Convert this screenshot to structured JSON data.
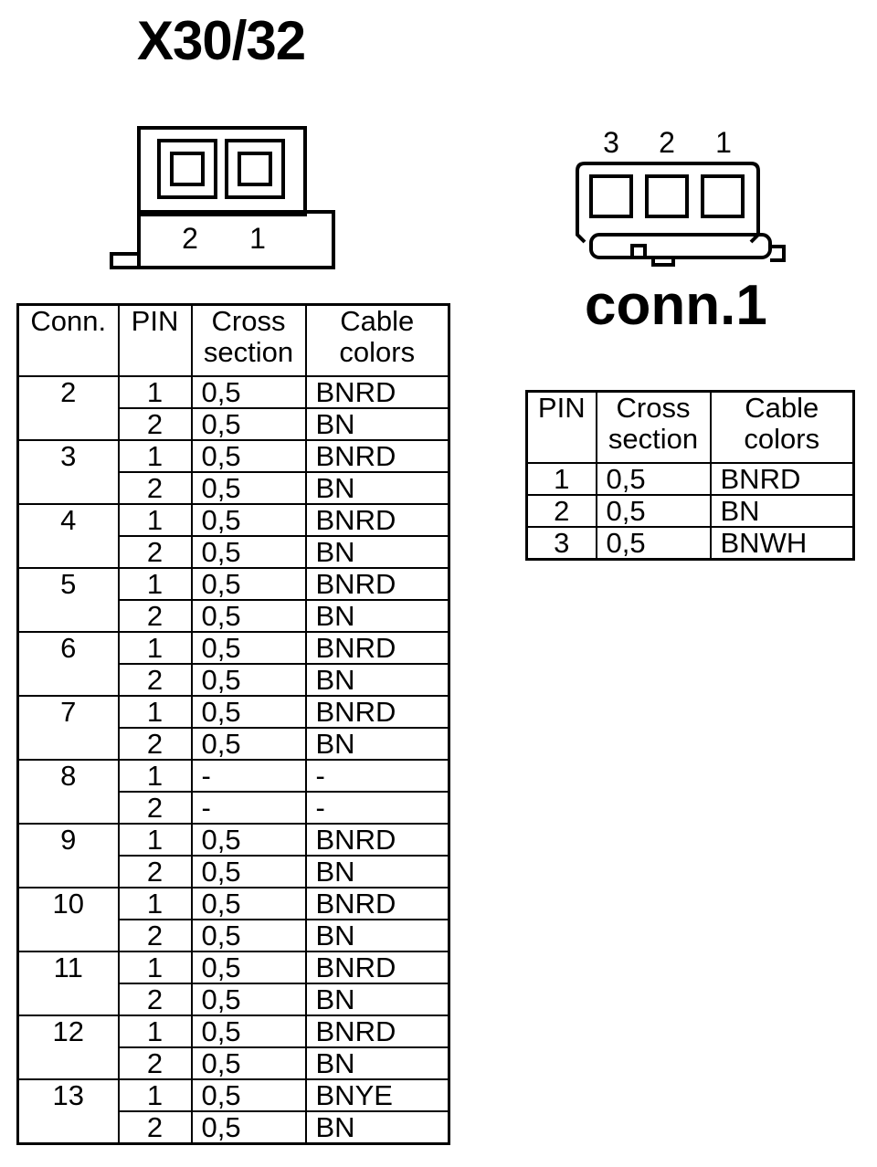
{
  "title": "X30/32",
  "connector_left": {
    "pin_labels": [
      "2",
      "1"
    ]
  },
  "connector_right": {
    "pin_labels": [
      "3",
      "2",
      "1"
    ],
    "label": "conn.1"
  },
  "main_table": {
    "headers": {
      "conn": "Conn.",
      "pin": "PIN",
      "cross_line1": "Cross",
      "cross_line2": "section",
      "color_line1": "Cable",
      "color_line2": "colors"
    },
    "rows": [
      {
        "conn": "2",
        "pins": [
          {
            "pin": "1",
            "cross": "0,5",
            "color": "BNRD"
          },
          {
            "pin": "2",
            "cross": "0,5",
            "color": "BN"
          }
        ]
      },
      {
        "conn": "3",
        "pins": [
          {
            "pin": "1",
            "cross": "0,5",
            "color": "BNRD"
          },
          {
            "pin": "2",
            "cross": "0,5",
            "color": "BN"
          }
        ]
      },
      {
        "conn": "4",
        "pins": [
          {
            "pin": "1",
            "cross": "0,5",
            "color": "BNRD"
          },
          {
            "pin": "2",
            "cross": "0,5",
            "color": "BN"
          }
        ]
      },
      {
        "conn": "5",
        "pins": [
          {
            "pin": "1",
            "cross": "0,5",
            "color": "BNRD"
          },
          {
            "pin": "2",
            "cross": "0,5",
            "color": "BN"
          }
        ]
      },
      {
        "conn": "6",
        "pins": [
          {
            "pin": "1",
            "cross": "0,5",
            "color": "BNRD"
          },
          {
            "pin": "2",
            "cross": "0,5",
            "color": "BN"
          }
        ]
      },
      {
        "conn": "7",
        "pins": [
          {
            "pin": "1",
            "cross": "0,5",
            "color": "BNRD"
          },
          {
            "pin": "2",
            "cross": "0,5",
            "color": "BN"
          }
        ]
      },
      {
        "conn": "8",
        "pins": [
          {
            "pin": "1",
            "cross": "-",
            "color": "-"
          },
          {
            "pin": "2",
            "cross": "-",
            "color": "-"
          }
        ]
      },
      {
        "conn": "9",
        "pins": [
          {
            "pin": "1",
            "cross": "0,5",
            "color": "BNRD"
          },
          {
            "pin": "2",
            "cross": "0,5",
            "color": "BN"
          }
        ]
      },
      {
        "conn": "10",
        "pins": [
          {
            "pin": "1",
            "cross": "0,5",
            "color": "BNRD"
          },
          {
            "pin": "2",
            "cross": "0,5",
            "color": "BN"
          }
        ]
      },
      {
        "conn": "11",
        "pins": [
          {
            "pin": "1",
            "cross": "0,5",
            "color": "BNRD"
          },
          {
            "pin": "2",
            "cross": "0,5",
            "color": "BN"
          }
        ]
      },
      {
        "conn": "12",
        "pins": [
          {
            "pin": "1",
            "cross": "0,5",
            "color": "BNRD"
          },
          {
            "pin": "2",
            "cross": "0,5",
            "color": "BN"
          }
        ]
      },
      {
        "conn": "13",
        "pins": [
          {
            "pin": "1",
            "cross": "0,5",
            "color": "BNYE"
          },
          {
            "pin": "2",
            "cross": "0,5",
            "color": "BN"
          }
        ]
      }
    ]
  },
  "conn1_table": {
    "headers": {
      "pin": "PIN",
      "cross_line1": "Cross",
      "cross_line2": "section",
      "color_line1": "Cable",
      "color_line2": "colors"
    },
    "rows": [
      {
        "pin": "1",
        "cross": "0,5",
        "color": "BNRD"
      },
      {
        "pin": "2",
        "cross": "0,5",
        "color": "BN"
      },
      {
        "pin": "3",
        "cross": "0,5",
        "color": "BNWH"
      }
    ]
  }
}
